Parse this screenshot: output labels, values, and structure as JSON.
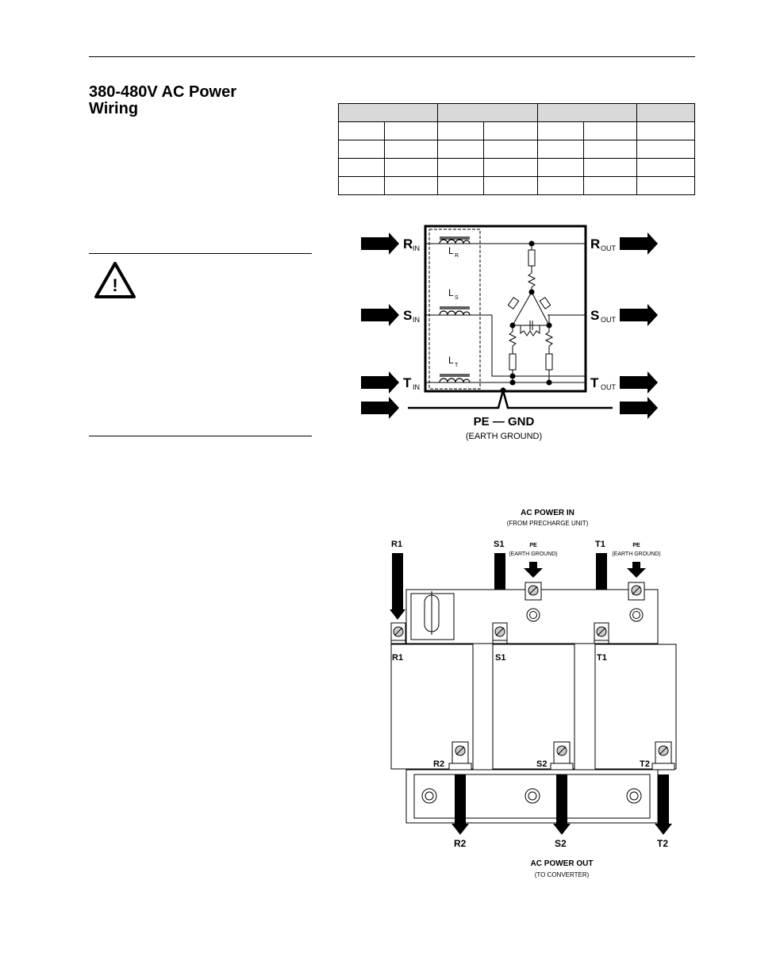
{
  "header": {
    "rule": true
  },
  "section": {
    "title_line1": "380-480V AC Power",
    "title_line2": "Wiring"
  },
  "warning": {
    "icon": "warning-triangle-icon",
    "symbol": "!"
  },
  "spec_table": {
    "header_groups": [
      "",
      "",
      "",
      ""
    ],
    "rows": [
      [
        "",
        "",
        "",
        "",
        "",
        "",
        ""
      ],
      [
        "",
        "",
        "",
        "",
        "",
        "",
        ""
      ],
      [
        "",
        "",
        "",
        "",
        "",
        "",
        ""
      ],
      [
        "",
        "",
        "",
        "",
        "",
        "",
        ""
      ]
    ]
  },
  "schematic": {
    "r_in": "R",
    "s_in": "S",
    "t_in": "T",
    "in_sub": "IN",
    "r_out": "R",
    "s_out": "S",
    "t_out": "T",
    "out_sub": "OUT",
    "l_letter": "L",
    "lr_sub": "R",
    "ls_sub": "S",
    "lt_sub": "T",
    "pe_gnd": "PE — GND",
    "earth_ground": "(EARTH GROUND)"
  },
  "terminal": {
    "ac_power_in": "AC POWER IN",
    "from_precharge": "(FROM PRECHARGE UNIT)",
    "pe": "PE",
    "earth_ground": "(EARTH GROUND)",
    "r1": "R1",
    "s1": "S1",
    "t1": "T1",
    "r2": "R2",
    "s2": "S2",
    "t2": "T2",
    "ac_power_out": "AC POWER OUT",
    "to_converter": "(TO CONVERTER)"
  }
}
